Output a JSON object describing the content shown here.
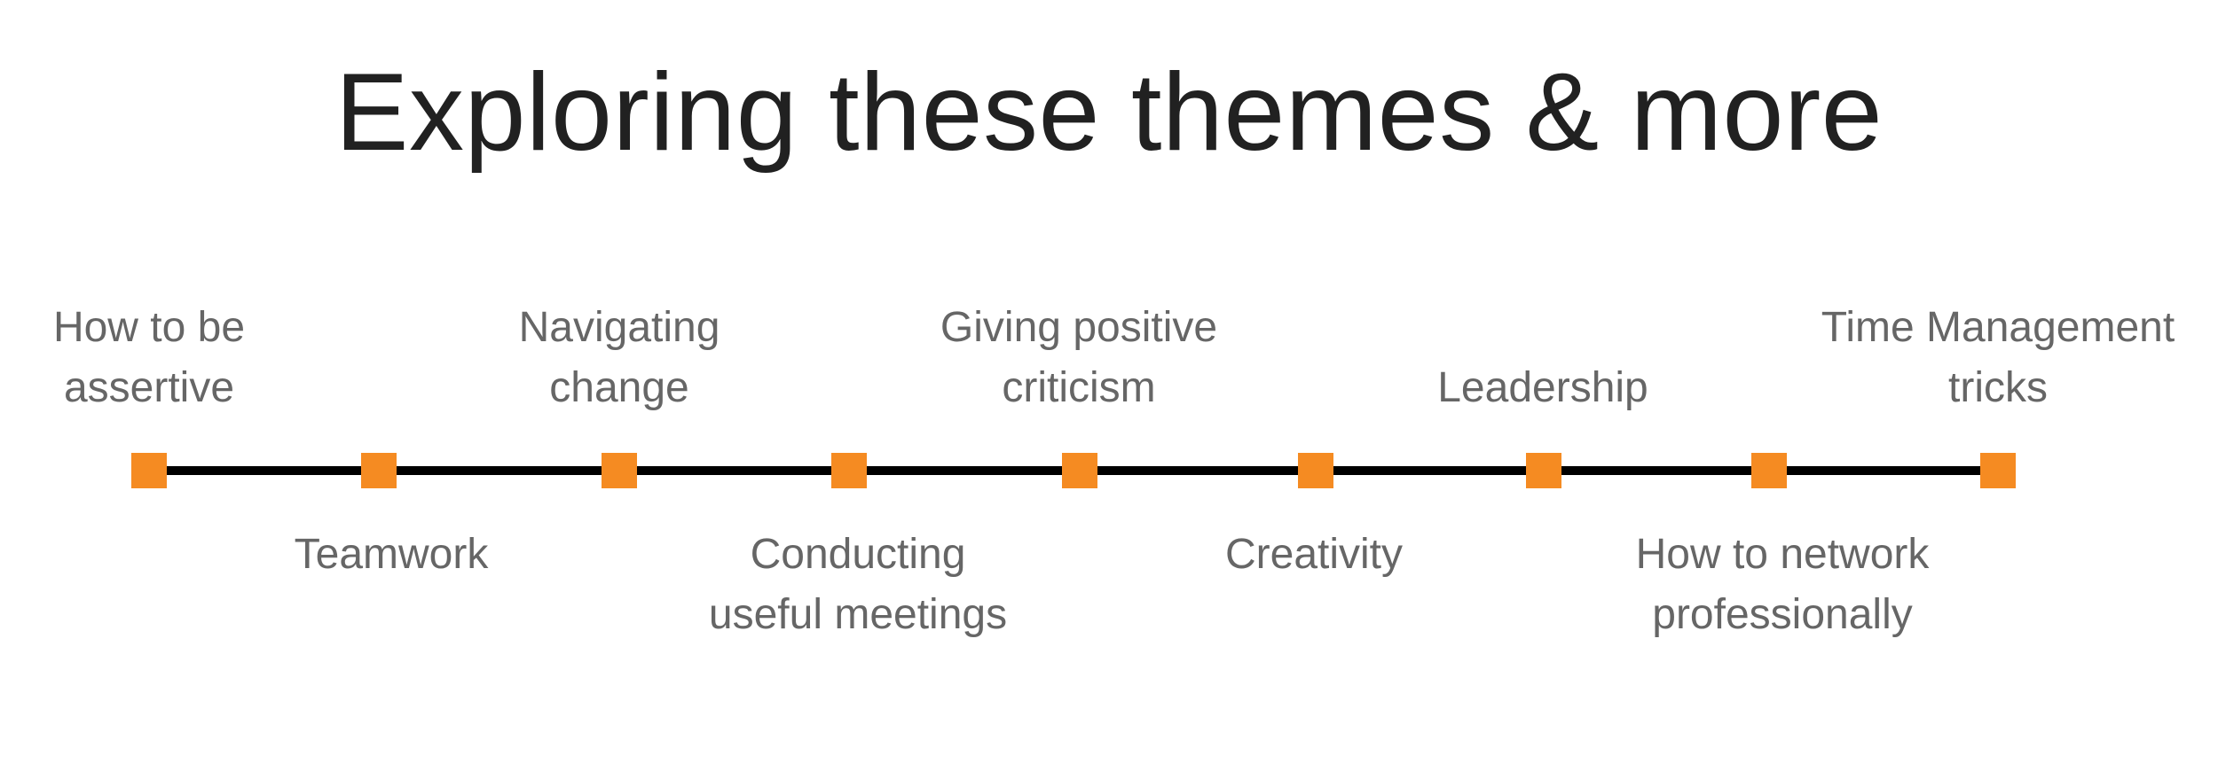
{
  "title": "Exploring these themes & more",
  "colors": {
    "marker": "#f58b22",
    "line": "#000000",
    "title": "#212121",
    "label": "#666666"
  },
  "milestones": [
    {
      "label": "How to be\nassertive",
      "position": "above"
    },
    {
      "label": "Teamwork",
      "position": "below"
    },
    {
      "label": "Navigating\nchange",
      "position": "above"
    },
    {
      "label": "Conducting\nuseful meetings",
      "position": "below"
    },
    {
      "label": "Giving positive\ncriticism",
      "position": "above"
    },
    {
      "label": "Creativity",
      "position": "below"
    },
    {
      "label": "Leadership",
      "position": "above"
    },
    {
      "label": "How to network\nprofessionally",
      "position": "below"
    },
    {
      "label": "Time Management\ntricks",
      "position": "above"
    }
  ]
}
